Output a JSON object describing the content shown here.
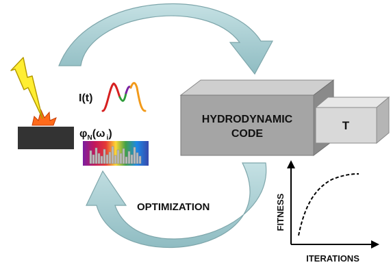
{
  "labels": {
    "intensity": "I(t)",
    "phase_base": "φ",
    "phase_sub": "N",
    "phase_args": "(ω",
    "phase_args_sub": "i",
    "phase_close": ")",
    "code_line1": "HYDRODYNAMIC",
    "code_line2": "CODE",
    "temperature": "T",
    "optimization": "OPTIMIZATION",
    "fitness": "FITNESS",
    "iterations": "ITERATIONS"
  },
  "colors": {
    "arrow_fill": "#a9cfd4",
    "arrow_stroke": "#6f9aa0",
    "box_front": "#a5a5a5",
    "box_top": "#cfcfcf",
    "box_side": "#8a8a8a",
    "small_box_front": "#d9d9d9",
    "target": "#333333",
    "burst": "#ff6a1a",
    "lightning": "#ffee33"
  },
  "icons": {
    "bolt": "lightning-bolt-icon",
    "burst": "impact-burst-icon",
    "pulse": "pulse-waveform-icon",
    "spectrum": "phase-spectrum-icon"
  }
}
